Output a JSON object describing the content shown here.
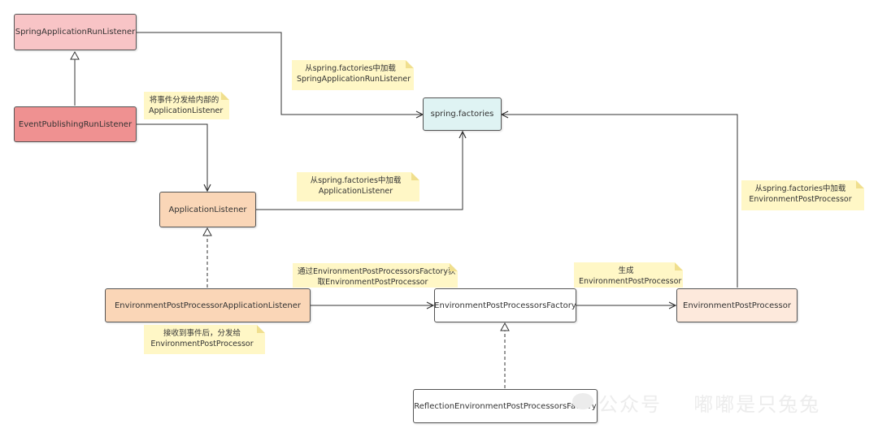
{
  "boxes": {
    "spring_run_listener": {
      "label": "SpringApplicationRunListener",
      "fill": "#f8c4c6"
    },
    "event_publishing": {
      "label": "EventPublishingRunListener",
      "fill": "#ef9191"
    },
    "spring_factories": {
      "label": "spring.factories",
      "fill": "#dff3f3"
    },
    "application_listener": {
      "label": "ApplicationListener",
      "fill": "#fad6b7"
    },
    "env_pp_app_listener": {
      "label": "EnvironmentPostProcessorApplicationListener",
      "fill": "#fad6b7"
    },
    "env_pp_factory": {
      "label": "EnvironmentPostProcessorsFactory",
      "fill": "#ffffff"
    },
    "env_pp": {
      "label": "EnvironmentPostProcessor",
      "fill": "#fde9dc"
    },
    "reflection_factory": {
      "label": "ReflectionEnvironmentPostProcessorsFactory",
      "fill": "#ffffff"
    }
  },
  "notes": {
    "load_run_listener": {
      "line1": "从spring.factories中加载",
      "line2": "SpringApplicationRunListener"
    },
    "dispatch_event": {
      "line1": "将事件分发给内部的",
      "line2": "ApplicationListener"
    },
    "load_app_listener": {
      "line1": "从spring.factories中加载",
      "line2": "ApplicationListener"
    },
    "load_env_pp": {
      "line1": "从spring.factories中加载",
      "line2": "EnvironmentPostProcessor"
    },
    "get_via_factory": {
      "line1": "通过EnvironmentPostProcessorsFactory获",
      "line2": "取EnvironmentPostProcessor"
    },
    "generate": {
      "line1": "生成",
      "line2": "EnvironmentPostProcessor"
    },
    "receive_event": {
      "line1": "接收到事件后，分发给",
      "line2": "EnvironmentPostProcessor"
    }
  },
  "colors": {
    "note_fill": "#fff7c6",
    "line": "#333333",
    "border": "#555555"
  },
  "watermark": {
    "part1": "公众号",
    "part2": "嘟嘟是只兔兔"
  }
}
